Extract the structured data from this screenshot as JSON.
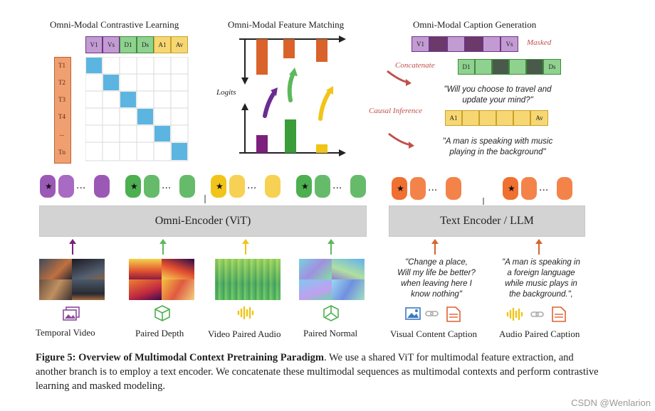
{
  "titles": {
    "contrastive": "Omni-Modal Contrastive Learning",
    "matching": "Omni-Modal Feature Matching",
    "caption_gen": "Omni-Modal Caption Generation"
  },
  "matrix": {
    "col_tokens": [
      "V1",
      "Vs",
      "D1",
      "Ds",
      "A1",
      "Av"
    ],
    "row_tokens": [
      "T1",
      "T2",
      "T3",
      "T4",
      "...",
      "Tn"
    ]
  },
  "matching": {
    "logits_label": "Logits"
  },
  "caption_gen": {
    "masked_label": "Masked",
    "concatenate_label": "Concatenate",
    "causal_label": "Causal Inference",
    "visual_seq": [
      "V1",
      "Vs"
    ],
    "depth_seq": [
      "D1",
      "Ds"
    ],
    "audio_seq": [
      "A1",
      "Av"
    ],
    "quote1_line1": "\"Will you choose to travel and",
    "quote1_line2": "update your mind?\"",
    "quote2_line1": "\"A man is speaking with music",
    "quote2_line2": "playing in the background\""
  },
  "encoders": {
    "omni": "Omni-Encoder (ViT)",
    "text": "Text Encoder / LLM",
    "ellipsis": "..."
  },
  "modalities": [
    {
      "label": "Temporal Video",
      "icon": "image-gallery-icon"
    },
    {
      "label": "Paired Depth",
      "icon": "cube-icon"
    },
    {
      "label": "Video Paired Audio",
      "icon": "audio-wave-icon"
    },
    {
      "label": "Paired Normal",
      "icon": "normal-cube-icon"
    },
    {
      "label": "Visual Content Caption",
      "icon": "image-link-document-icon"
    },
    {
      "label": "Audio Paired Caption",
      "icon": "audio-link-document-icon"
    }
  ],
  "text_quotes": {
    "q1": [
      "\"Change a place,",
      "Will my life be better?",
      "when leaving here I",
      "know nothing\""
    ],
    "q2": [
      "\"A man is speaking in",
      "a foreign language",
      "while music plays in",
      "the background.\","
    ]
  },
  "figure_caption": {
    "label": "Figure 5: Overview of Multimodal Context Pretraining Paradigm",
    "text": ". We use a shared ViT for multimodal feature extraction, and another branch is to employ a text encoder. We concatenate these multimodal sequences as multimodal contexts and perform contrastive learning and masked modeling."
  },
  "watermark": "CSDN @Wenlarion",
  "colors": {
    "visual": "#9b59b6",
    "depth": "#5cb85c",
    "audio": "#f0c419",
    "normal": "#5cb85c",
    "text": "#f07030",
    "diag": "#5bb5e0",
    "rowtoken": "#f0a070",
    "bar_orange": "#d9632a",
    "encoder": "#d3d3d3"
  }
}
